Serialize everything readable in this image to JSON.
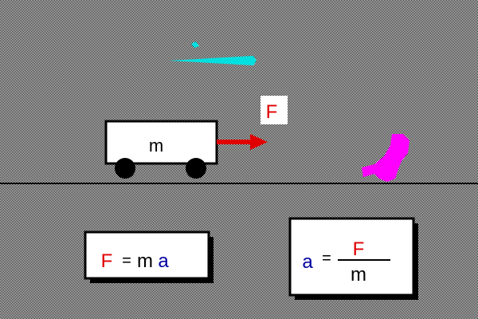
{
  "cart": {
    "mass_label": "m"
  },
  "force": {
    "label": "F"
  },
  "equation_1": {
    "F": "F",
    "equals": "=",
    "m": "m",
    "a": "a"
  },
  "equation_2": {
    "a": "a",
    "equals": "=",
    "numerator": "F",
    "denominator": "m"
  },
  "colors": {
    "force": "#e00000",
    "acceleration": "#0000a0",
    "text": "#000000",
    "motion_streak": "#00e0e0",
    "pusher": "#ff00ff",
    "box_fill": "#ffffff",
    "box_stroke": "#000000"
  }
}
